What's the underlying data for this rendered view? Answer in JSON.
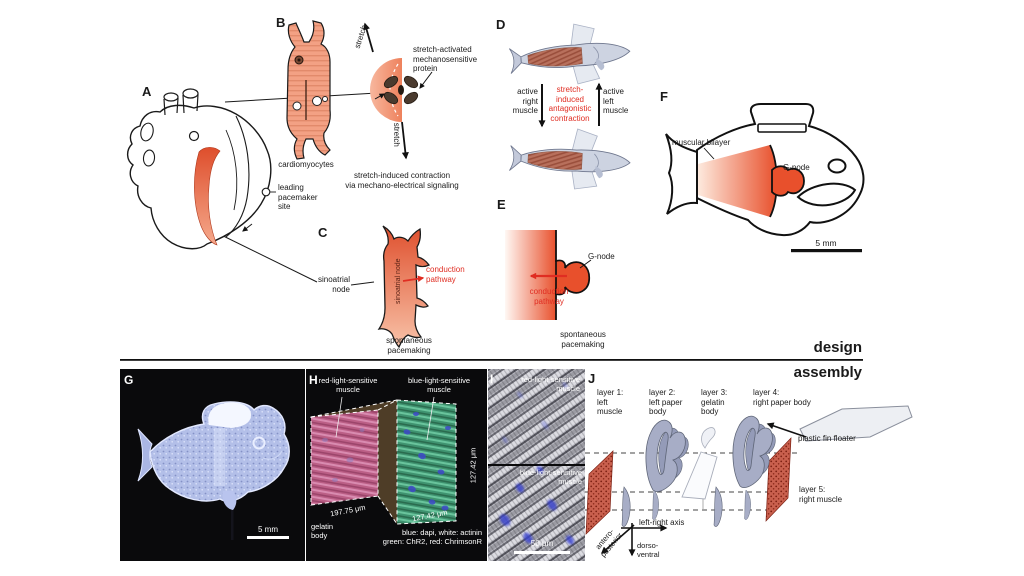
{
  "palette": {
    "salmon": "#f3a184",
    "deep_red": "#e8502c",
    "annotation_red": "#e02d22",
    "paper_gray": "#a7adc6",
    "muscle_speckle_red": "#c9604e",
    "panel_bg_dark": "#0a0a0c"
  },
  "sections": {
    "design": "design",
    "assembly": "assembly"
  },
  "panel_a": {
    "label": "A",
    "pacemaker_label": "leading\npacemaker\nsite"
  },
  "panel_b": {
    "label": "B",
    "cardiomyocytes": "cardiomyocytes",
    "stretch_up": "stretch",
    "stretch_down": "stretch",
    "protein_label": "stretch-activated\nmechanosensitive\nprotein",
    "caption": "stretch-induced contraction\nvia mechano-electrical signaling"
  },
  "panel_c": {
    "label": "C",
    "node_pointer_label": "sinoatrial\nnode",
    "node_rotated_label": "sinoatrial node",
    "conduction": "conduction\npathway",
    "caption": "spontaneous\npacemaking"
  },
  "panel_d": {
    "label": "D",
    "active_right": "active\nright\nmuscle",
    "stretch_center": "stretch-\ninduced\nantagonistic\ncontraction",
    "active_left": "active\nleft\nmuscle"
  },
  "panel_e": {
    "label": "E",
    "g_node": "G-node",
    "conduction": "conduction\npathway",
    "caption": "spontaneous\npacemaking"
  },
  "panel_f": {
    "label": "F",
    "muscular_bilayer": "muscular bilayer",
    "g_node": "G-node",
    "scale": "5 mm"
  },
  "panel_g": {
    "label": "G",
    "scale": "5 mm"
  },
  "panel_h": {
    "label": "H",
    "red_muscle": "red-light-sensitive\nmuscle",
    "blue_muscle": "blue-light-sensitive\nmuscle",
    "gelatin": "gelatin\nbody",
    "dim_bottom_left": "197.75 μm",
    "dim_bottom_right": "127.42 μm",
    "dim_right": "127.42 μm",
    "stain_caption": "blue: dapi, white: actinin\ngreen: ChR2, red: ChrimsonR"
  },
  "panel_i": {
    "label": "I",
    "red_muscle": "red-light-sensitive\nmuscle",
    "blue_muscle": "blue-light-sensitive\nmuscle",
    "scale": "50 μm"
  },
  "panel_j": {
    "label": "J",
    "layer1": "layer 1:\nleft\nmuscle",
    "layer2": "layer 2:\nleft paper\nbody",
    "layer3": "layer 3:\ngelatin\nbody",
    "layer4": "layer 4:\nright paper body",
    "fin_floater": "plastic fin floater",
    "layer5": "layer 5:\nright muscle",
    "axis_antero_posterior": "antero-\nposterior",
    "axis_left_right": "left-right axis",
    "axis_dorso_ventral": "dorso-\nventral"
  }
}
